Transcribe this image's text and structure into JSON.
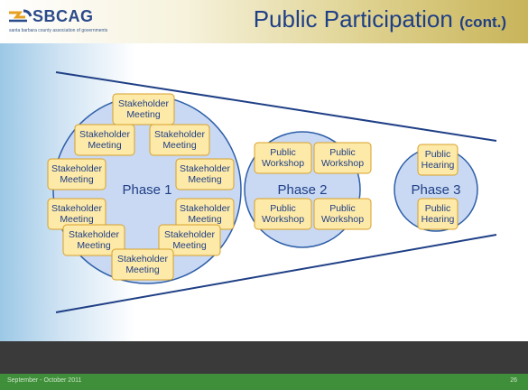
{
  "header": {
    "logo_text": "SBCAG",
    "logo_sub": "santa barbara county association of governments",
    "title": "Public Participation",
    "title_suffix": "(cont.)"
  },
  "diagram": {
    "phases": [
      {
        "label": "Phase 1",
        "items": [
          "Stakeholder Meeting",
          "Stakeholder Meeting",
          "Stakeholder Meeting",
          "Stakeholder Meeting",
          "Stakeholder Meeting",
          "Stakeholder Meeting",
          "Stakeholder Meeting",
          "Stakeholder Meeting",
          "Stakeholder Meeting",
          "Stakeholder Meeting"
        ]
      },
      {
        "label": "Phase 2",
        "items": [
          "Public Workshop",
          "Public Workshop",
          "Public Workshop",
          "Public Workshop"
        ]
      },
      {
        "label": "Phase 3",
        "items": [
          "Public Hearing",
          "Public Hearing"
        ]
      }
    ],
    "colors": {
      "circle_fill": "#c9d9f3",
      "circle_stroke": "#2e5fa8",
      "box_fill": "#fde9a8",
      "box_stroke": "#d8a12a",
      "line": "#1f3f86"
    }
  },
  "footer": {
    "date": "September - October 2011",
    "page": "26"
  }
}
